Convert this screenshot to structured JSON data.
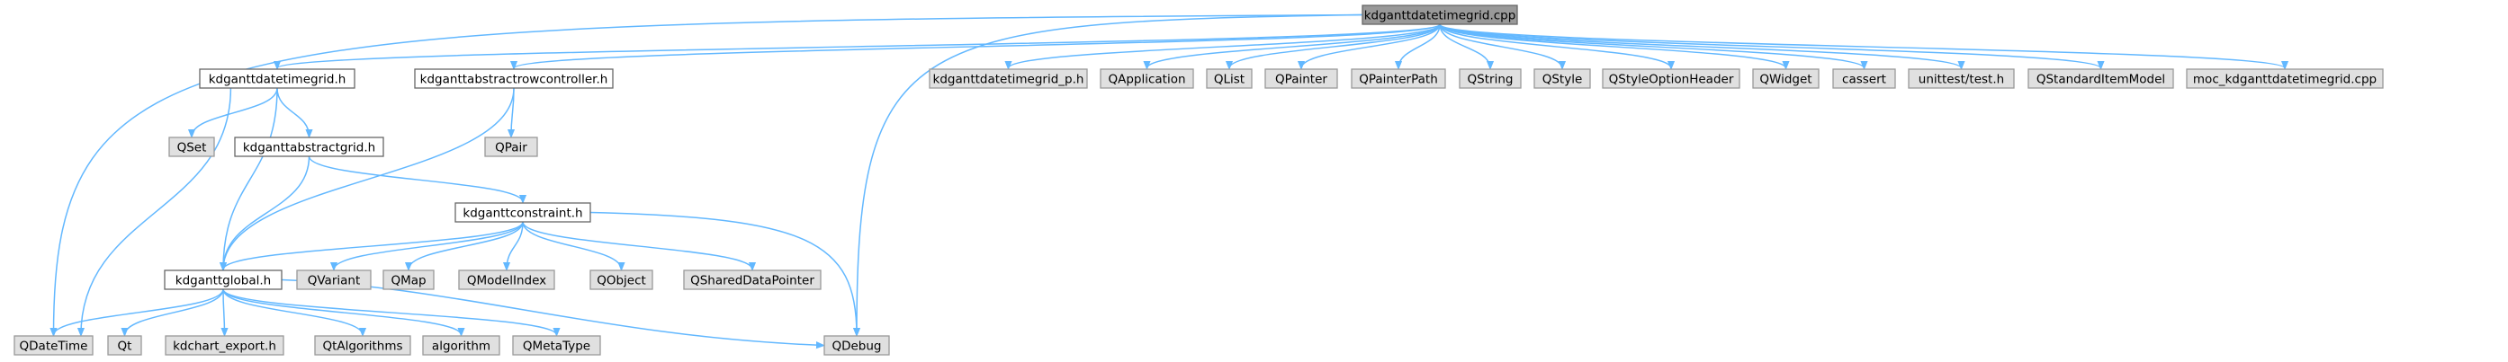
{
  "nodes": [
    {
      "id": "main",
      "label": "kdganttdatetimegrid.cpp",
      "kind": "main"
    },
    {
      "id": "dtg",
      "label": "kdganttdatetimegrid.h",
      "kind": "header"
    },
    {
      "id": "arc",
      "label": "kdganttabstractrowcontroller.h",
      "kind": "header"
    },
    {
      "id": "dtgp",
      "label": "kdganttdatetimegrid_p.h",
      "kind": "external"
    },
    {
      "id": "qapp",
      "label": "QApplication",
      "kind": "external"
    },
    {
      "id": "qlist",
      "label": "QList",
      "kind": "external"
    },
    {
      "id": "qpainter",
      "label": "QPainter",
      "kind": "external"
    },
    {
      "id": "qpainterpath",
      "label": "QPainterPath",
      "kind": "external"
    },
    {
      "id": "qstring",
      "label": "QString",
      "kind": "external"
    },
    {
      "id": "qstyle",
      "label": "QStyle",
      "kind": "external"
    },
    {
      "id": "qsoh",
      "label": "QStyleOptionHeader",
      "kind": "external"
    },
    {
      "id": "qwidget",
      "label": "QWidget",
      "kind": "external"
    },
    {
      "id": "cassert",
      "label": "cassert",
      "kind": "external"
    },
    {
      "id": "unittest",
      "label": "unittest/test.h",
      "kind": "external"
    },
    {
      "id": "qsim",
      "label": "QStandardItemModel",
      "kind": "external"
    },
    {
      "id": "moc",
      "label": "moc_kdganttdatetimegrid.cpp",
      "kind": "external"
    },
    {
      "id": "qset",
      "label": "QSet",
      "kind": "external"
    },
    {
      "id": "absgrid",
      "label": "kdganttabstractgrid.h",
      "kind": "header"
    },
    {
      "id": "qpair",
      "label": "QPair",
      "kind": "external"
    },
    {
      "id": "constraint",
      "label": "kdganttconstraint.h",
      "kind": "header"
    },
    {
      "id": "global",
      "label": "kdganttglobal.h",
      "kind": "header"
    },
    {
      "id": "qvariant",
      "label": "QVariant",
      "kind": "external"
    },
    {
      "id": "qmap",
      "label": "QMap",
      "kind": "external"
    },
    {
      "id": "qmodelindex",
      "label": "QModelIndex",
      "kind": "external"
    },
    {
      "id": "qobject",
      "label": "QObject",
      "kind": "external"
    },
    {
      "id": "qsdp",
      "label": "QSharedDataPointer",
      "kind": "external"
    },
    {
      "id": "qdatetime",
      "label": "QDateTime",
      "kind": "external"
    },
    {
      "id": "qt",
      "label": "Qt",
      "kind": "external"
    },
    {
      "id": "kdexport",
      "label": "kdchart_export.h",
      "kind": "external"
    },
    {
      "id": "qtalg",
      "label": "QtAlgorithms",
      "kind": "external"
    },
    {
      "id": "algorithm",
      "label": "algorithm",
      "kind": "external"
    },
    {
      "id": "qmetatype",
      "label": "QMetaType",
      "kind": "external"
    },
    {
      "id": "qdebug",
      "label": "QDebug",
      "kind": "external"
    }
  ],
  "edges": [
    [
      "main",
      "dtg"
    ],
    [
      "main",
      "arc"
    ],
    [
      "main",
      "dtgp"
    ],
    [
      "main",
      "qapp"
    ],
    [
      "main",
      "qlist"
    ],
    [
      "main",
      "qpainter"
    ],
    [
      "main",
      "qpainterpath"
    ],
    [
      "main",
      "qstring"
    ],
    [
      "main",
      "qstyle"
    ],
    [
      "main",
      "qsoh"
    ],
    [
      "main",
      "qwidget"
    ],
    [
      "main",
      "cassert"
    ],
    [
      "main",
      "unittest"
    ],
    [
      "main",
      "qsim"
    ],
    [
      "main",
      "moc"
    ],
    [
      "main",
      "qdatetime"
    ],
    [
      "main",
      "qdebug"
    ],
    [
      "dtg",
      "qset"
    ],
    [
      "dtg",
      "absgrid"
    ],
    [
      "dtg",
      "global"
    ],
    [
      "dtg",
      "qdatetime"
    ],
    [
      "arc",
      "qpair"
    ],
    [
      "arc",
      "global"
    ],
    [
      "absgrid",
      "constraint"
    ],
    [
      "absgrid",
      "global"
    ],
    [
      "constraint",
      "global"
    ],
    [
      "constraint",
      "qvariant"
    ],
    [
      "constraint",
      "qmap"
    ],
    [
      "constraint",
      "qmodelindex"
    ],
    [
      "constraint",
      "qobject"
    ],
    [
      "constraint",
      "qsdp"
    ],
    [
      "constraint",
      "qdebug"
    ],
    [
      "global",
      "qdatetime"
    ],
    [
      "global",
      "qt"
    ],
    [
      "global",
      "kdexport"
    ],
    [
      "global",
      "qtalg"
    ],
    [
      "global",
      "algorithm"
    ],
    [
      "global",
      "qmetatype"
    ],
    [
      "global",
      "qdebug"
    ]
  ],
  "colors": {
    "edge": "#63b8ff",
    "main_fill": "#999999",
    "header_fill": "#ffffff",
    "external_fill": "#e0e0e0"
  }
}
